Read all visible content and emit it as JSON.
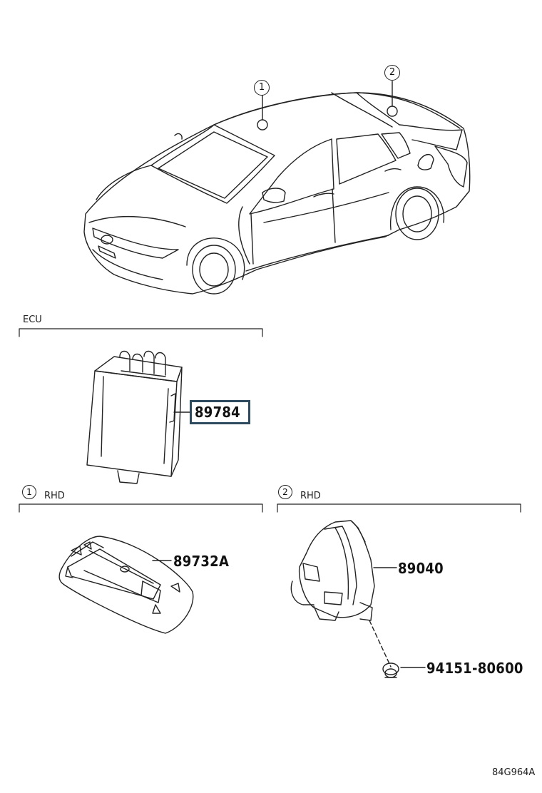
{
  "callouts": {
    "c1": "1",
    "c2": "2"
  },
  "sections": [
    {
      "num": "",
      "label": "ECU"
    },
    {
      "num": "1",
      "label": "RHD"
    },
    {
      "num": "2",
      "label": "RHD"
    }
  ],
  "parts": {
    "ecu": "89784",
    "sensor1": "89732A",
    "sensor2": "89040",
    "clip": "94151-80600"
  },
  "highlight_color": "#2e4a5e",
  "diagram_code": "84G964A"
}
